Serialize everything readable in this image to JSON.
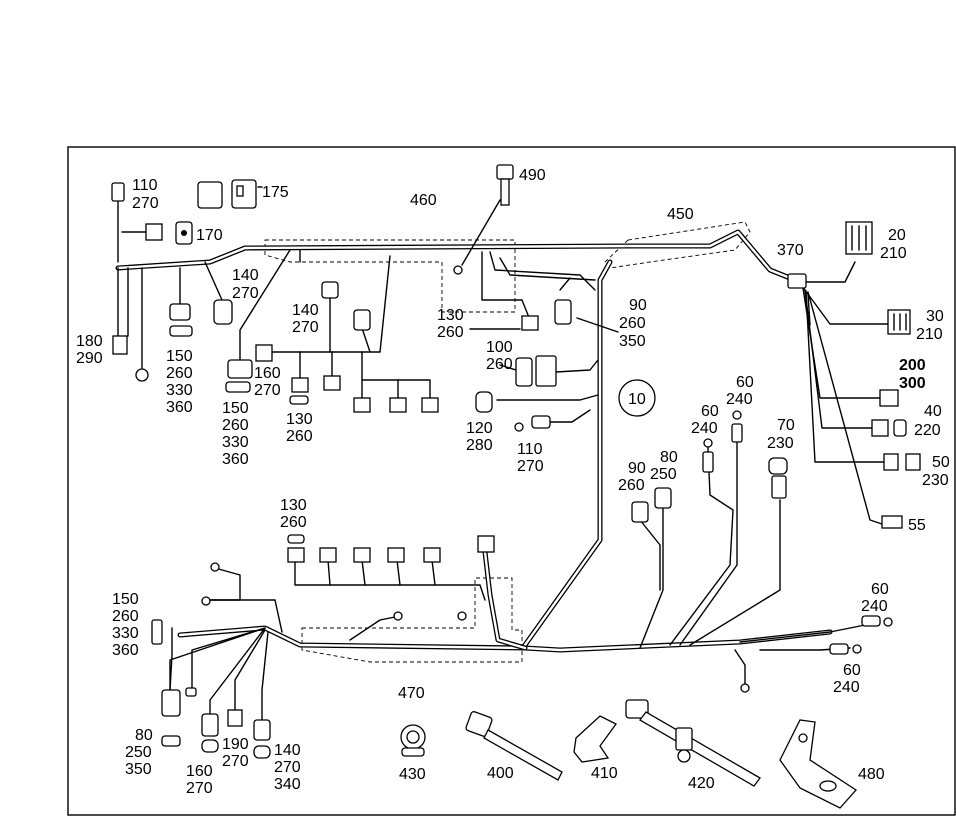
{
  "diagram": {
    "callout_10": "10",
    "labels": {
      "l490": "490",
      "l460": "460",
      "l450": "450",
      "l370": "370",
      "l110a": "110",
      "l270a": "270",
      "l175": "175",
      "l170": "170",
      "l20": "20",
      "l210a": "210",
      "l30": "30",
      "l210b": "210",
      "l200": "200",
      "l300": "300",
      "l40": "40",
      "l220": "220",
      "l50": "50",
      "l230a": "230",
      "l55": "55",
      "l180": "180",
      "l290": "290",
      "l140a": "140",
      "l270b": "270",
      "l150a": "150",
      "l260a": "260",
      "l330a": "330",
      "l360a": "360",
      "l140b": "140",
      "l270c": "270",
      "l150b": "150",
      "l260b": "260",
      "l330b": "330",
      "l360b": "360",
      "l160a": "160",
      "l270d": "270",
      "l130a": "130",
      "l260c": "260",
      "l130b": "130",
      "l260d": "260",
      "l90a": "90",
      "l260e": "260",
      "l350a": "350",
      "l100": "100",
      "l260f": "260",
      "l120": "120",
      "l280": "280",
      "l110b": "110",
      "l270e": "270",
      "l60a": "60",
      "l240a": "240",
      "l60b": "60",
      "l240b": "240",
      "l70": "70",
      "l230b": "230",
      "l90b": "90",
      "l260g": "260",
      "l80a": "80",
      "l250a": "250",
      "l130c": "130",
      "l260h": "260",
      "l150c": "150",
      "l260i": "260",
      "l330c": "330",
      "l360c": "360",
      "l60c": "60",
      "l240c": "240",
      "l60d": "60",
      "l240d": "240",
      "l470": "470",
      "l80b": "80",
      "l250b": "250",
      "l350b": "350",
      "l160b": "160",
      "l270f": "270",
      "l190": "190",
      "l270g": "270",
      "l140c": "140",
      "l270h": "270",
      "l340": "340",
      "l430": "430",
      "l400": "400",
      "l410": "410",
      "l420": "420",
      "l480": "480"
    }
  }
}
